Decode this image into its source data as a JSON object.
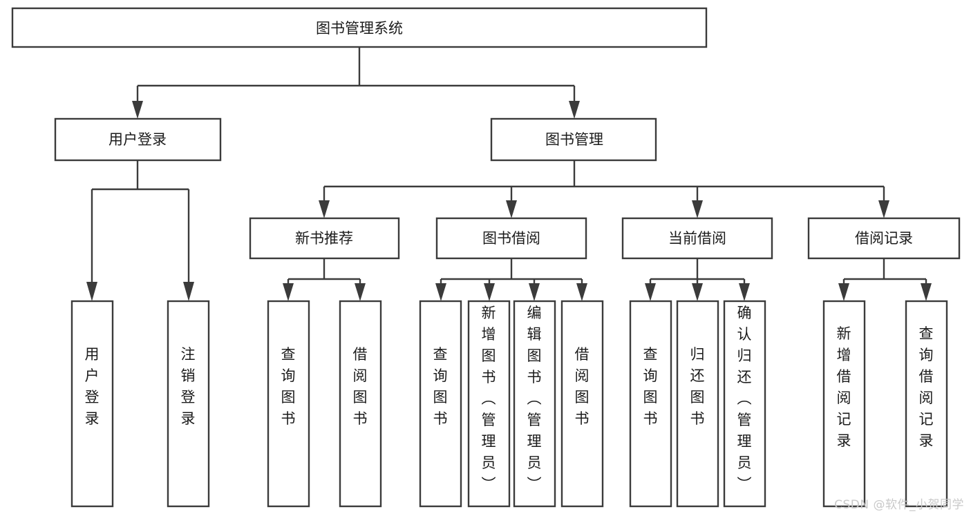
{
  "diagram": {
    "type": "tree-hierarchy",
    "title": "图书管理系统",
    "watermark": "CSDN @软件_小贺同学",
    "colors": {
      "box_stroke": "#3b3b3b",
      "box_fill": "#ffffff",
      "text": "#1b1b1b",
      "background": "#ffffff",
      "watermark": "#c9c9c9"
    },
    "levels": {
      "root": {
        "label": "图书管理系统"
      },
      "level2": [
        {
          "id": "user-login",
          "label": "用户登录"
        },
        {
          "id": "book-management",
          "label": "图书管理"
        }
      ],
      "level3": [
        {
          "id": "new-book-recommend",
          "label": "新书推荐",
          "parent": "book-management"
        },
        {
          "id": "book-borrow",
          "label": "图书借阅",
          "parent": "book-management"
        },
        {
          "id": "current-borrow",
          "label": "当前借阅",
          "parent": "book-management"
        },
        {
          "id": "borrow-record",
          "label": "借阅记录",
          "parent": "book-management"
        }
      ],
      "leaves": [
        {
          "id": "leaf-user-login",
          "label": "用户登录",
          "parent": "user-login"
        },
        {
          "id": "leaf-logout",
          "label": "注销登录",
          "parent": "user-login"
        },
        {
          "id": "leaf-query-book-1",
          "label": "查询图书",
          "parent": "new-book-recommend"
        },
        {
          "id": "leaf-borrow-book-1",
          "label": "借阅图书",
          "parent": "new-book-recommend"
        },
        {
          "id": "leaf-query-book-2",
          "label": "查询图书",
          "parent": "book-borrow"
        },
        {
          "id": "leaf-add-book",
          "label": "新增图书（管理员）",
          "parent": "book-borrow"
        },
        {
          "id": "leaf-edit-book",
          "label": "编辑图书（管理员）",
          "parent": "book-borrow"
        },
        {
          "id": "leaf-borrow-book-2",
          "label": "借阅图书",
          "parent": "book-borrow"
        },
        {
          "id": "leaf-query-book-3",
          "label": "查询图书",
          "parent": "current-borrow"
        },
        {
          "id": "leaf-return-book",
          "label": "归还图书",
          "parent": "current-borrow"
        },
        {
          "id": "leaf-confirm-return",
          "label": "确认归还（管理员）",
          "parent": "current-borrow"
        },
        {
          "id": "leaf-add-record",
          "label": "新增借阅记录",
          "parent": "borrow-record"
        },
        {
          "id": "leaf-query-record",
          "label": "查询借阅记录",
          "parent": "borrow-record"
        }
      ]
    }
  }
}
